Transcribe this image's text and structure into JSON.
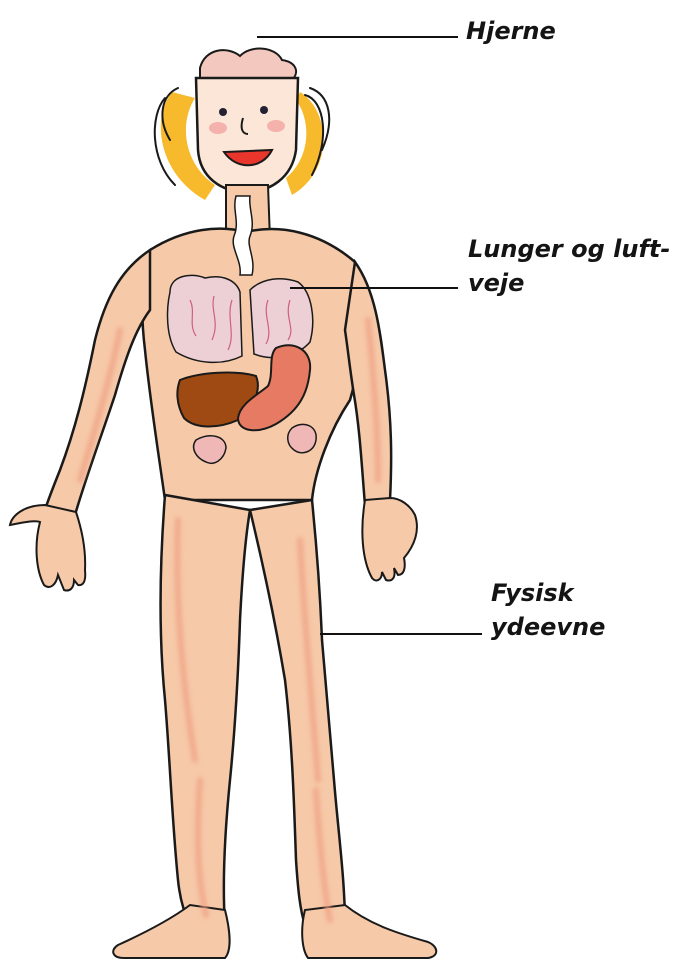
{
  "labels": {
    "brain": "Hjerne",
    "lungs_line1": "Lunger og luft-",
    "lungs_line2": "veje",
    "fitness_line1": "Fysisk",
    "fitness_line2": "ydeevne"
  },
  "colors": {
    "skin": "#f6c9a8",
    "skin_shadow": "#ee9f82",
    "hair": "#f5b315",
    "lungs": "#ecd0d6",
    "lung_veins": "#c7436a",
    "liver": "#9e4a12",
    "stomach": "#e67a62",
    "outline": "#1a1a1a",
    "label_text": "#141414"
  },
  "icons": [
    "body-figure",
    "head",
    "hair",
    "brain",
    "face",
    "trachea",
    "lungs",
    "liver",
    "stomach",
    "intestines",
    "arms",
    "legs",
    "feet"
  ]
}
